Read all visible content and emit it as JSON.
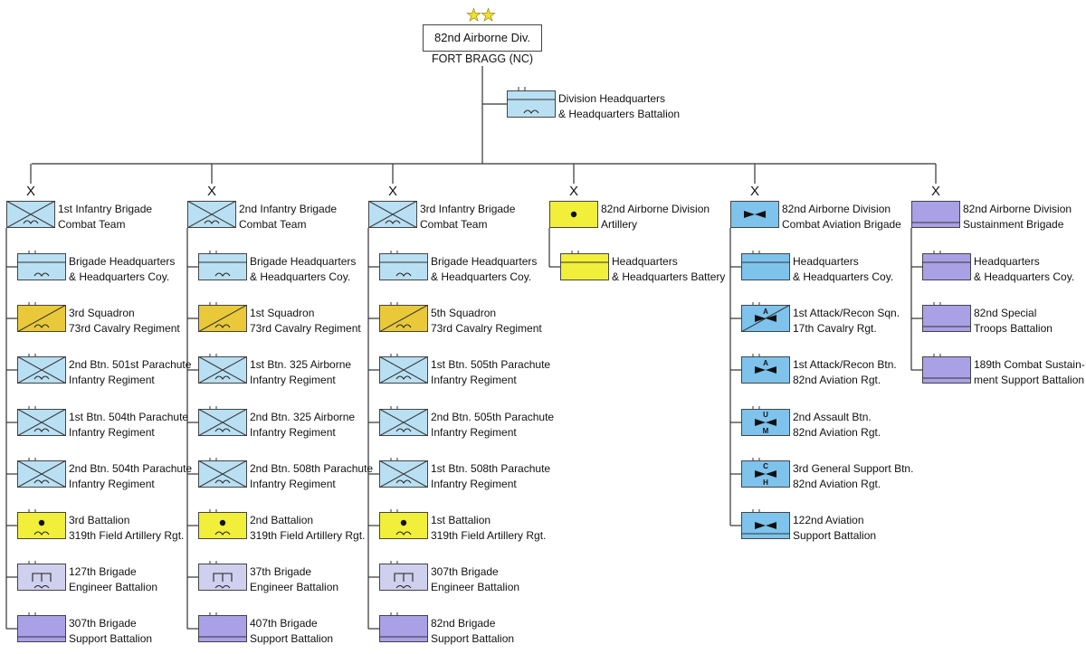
{
  "colors": {
    "infantry": "#b9dff2",
    "cavalry": "#e9c93a",
    "artillery": "#f2ef3b",
    "engineer": "#cfcfee",
    "support": "#a9a0e6",
    "aviation": "#7ec3ec",
    "line": "#333333"
  },
  "division": {
    "name": "82nd Airborne Div.",
    "location": "FORT BRAGG (NC)",
    "stars": "★★"
  },
  "hq": {
    "line1": "Division Headquarters",
    "line2": "& Headquarters Battalion",
    "symbol": "hq-battalion"
  },
  "columns": [
    {
      "echelon": "X",
      "header": {
        "line1": "1st Infantry Brigade",
        "line2": "Combat Team",
        "symbol": "infantry-airborne"
      },
      "units": [
        {
          "line1": "Brigade Headquarters",
          "line2": "& Headquarters Coy.",
          "symbol": "hq"
        },
        {
          "line1": "3rd Squadron",
          "line2": "73rd Cavalry Regiment",
          "symbol": "cavalry"
        },
        {
          "line1": "2nd Btn. 501st Parachute",
          "line2": "Infantry Regiment",
          "symbol": "infantry"
        },
        {
          "line1": "1st Btn. 504th Parachute",
          "line2": "Infantry Regiment",
          "symbol": "infantry"
        },
        {
          "line1": "2nd Btn. 504th Parachute",
          "line2": "Infantry Regiment",
          "symbol": "infantry"
        },
        {
          "line1": "3rd Battalion",
          "line2": "319th Field Artillery Rgt.",
          "symbol": "artillery"
        },
        {
          "line1": "127th Brigade",
          "line2": "Engineer Battalion",
          "symbol": "engineer"
        },
        {
          "line1": "307th Brigade",
          "line2": "Support Battalion",
          "symbol": "support"
        }
      ]
    },
    {
      "echelon": "X",
      "header": {
        "line1": "2nd Infantry Brigade",
        "line2": "Combat Team",
        "symbol": "infantry-airborne"
      },
      "units": [
        {
          "line1": "Brigade Headquarters",
          "line2": "& Headquarters Coy.",
          "symbol": "hq"
        },
        {
          "line1": "1st Squadron",
          "line2": "73rd Cavalry Regiment",
          "symbol": "cavalry"
        },
        {
          "line1": "1st Btn. 325 Airborne",
          "line2": "Infantry Regiment",
          "symbol": "infantry"
        },
        {
          "line1": "2nd Btn. 325 Airborne",
          "line2": "Infantry Regiment",
          "symbol": "infantry"
        },
        {
          "line1": "2nd Btn. 508th Parachute",
          "line2": "Infantry Regiment",
          "symbol": "infantry"
        },
        {
          "line1": "2nd Battalion",
          "line2": "319th Field Artillery Rgt.",
          "symbol": "artillery"
        },
        {
          "line1": "37th Brigade",
          "line2": "Engineer Battalion",
          "symbol": "engineer"
        },
        {
          "line1": "407th Brigade",
          "line2": "Support Battalion",
          "symbol": "support"
        }
      ]
    },
    {
      "echelon": "X",
      "header": {
        "line1": "3rd Infantry Brigade",
        "line2": "Combat Team",
        "symbol": "infantry-airborne"
      },
      "units": [
        {
          "line1": "Brigade Headquarters",
          "line2": "& Headquarters Coy.",
          "symbol": "hq"
        },
        {
          "line1": "5th Squadron",
          "line2": "73rd Cavalry Regiment",
          "symbol": "cavalry"
        },
        {
          "line1": "1st Btn. 505th Parachute",
          "line2": "Infantry Regiment",
          "symbol": "infantry"
        },
        {
          "line1": "2nd Btn. 505th Parachute",
          "line2": "Infantry Regiment",
          "symbol": "infantry"
        },
        {
          "line1": "1st Btn. 508th Parachute",
          "line2": "Infantry Regiment",
          "symbol": "infantry"
        },
        {
          "line1": "1st Battalion",
          "line2": "319th Field Artillery Rgt.",
          "symbol": "artillery"
        },
        {
          "line1": "307th Brigade",
          "line2": "Engineer Battalion",
          "symbol": "engineer"
        },
        {
          "line1": "82nd Brigade",
          "line2": "Support Battalion",
          "symbol": "support"
        }
      ]
    },
    {
      "echelon": "X",
      "header": {
        "line1": "82nd Airborne Division",
        "line2": "Artillery",
        "symbol": "artillery-hq"
      },
      "units": [
        {
          "line1": "Headquarters",
          "line2": "& Headquarters Battery",
          "symbol": "artillery-hq-battery"
        }
      ]
    },
    {
      "echelon": "X",
      "header": {
        "line1": "82nd Airborne Division",
        "line2": "Combat Aviation Brigade",
        "symbol": "aviation"
      },
      "units": [
        {
          "line1": "Headquarters",
          "line2": "& Headquarters Coy.",
          "symbol": "aviation-hq"
        },
        {
          "line1": "1st Attack/Recon Sqn.",
          "line2": "17th Cavalry Rgt.",
          "symbol": "aviation-cav",
          "mod": "A"
        },
        {
          "line1": "1st Attack/Recon Btn.",
          "line2": "82nd Aviation Rgt.",
          "symbol": "aviation",
          "mod": "A"
        },
        {
          "line1": "2nd Assault Btn.",
          "line2": "82nd Aviation Rgt.",
          "symbol": "aviation",
          "mod": "U",
          "mod2": "M"
        },
        {
          "line1": "3rd General Support Btn.",
          "line2": "82nd Aviation Rgt.",
          "symbol": "aviation",
          "mod": "C",
          "mod2": "H"
        },
        {
          "line1": "122nd Aviation",
          "line2": "Support Battalion",
          "symbol": "aviation-support"
        }
      ]
    },
    {
      "echelon": "X",
      "header": {
        "line1": "82nd Airborne Division",
        "line2": "Sustainment Brigade",
        "symbol": "support"
      },
      "units": [
        {
          "line1": "Headquarters",
          "line2": "& Headquarters Coy.",
          "symbol": "support-hq"
        },
        {
          "line1": "82nd Special",
          "line2": "Troops Battalion",
          "symbol": "support"
        },
        {
          "line1": "189th Combat Sustain-",
          "line2": "ment Support Battalion",
          "symbol": "support"
        }
      ]
    }
  ]
}
